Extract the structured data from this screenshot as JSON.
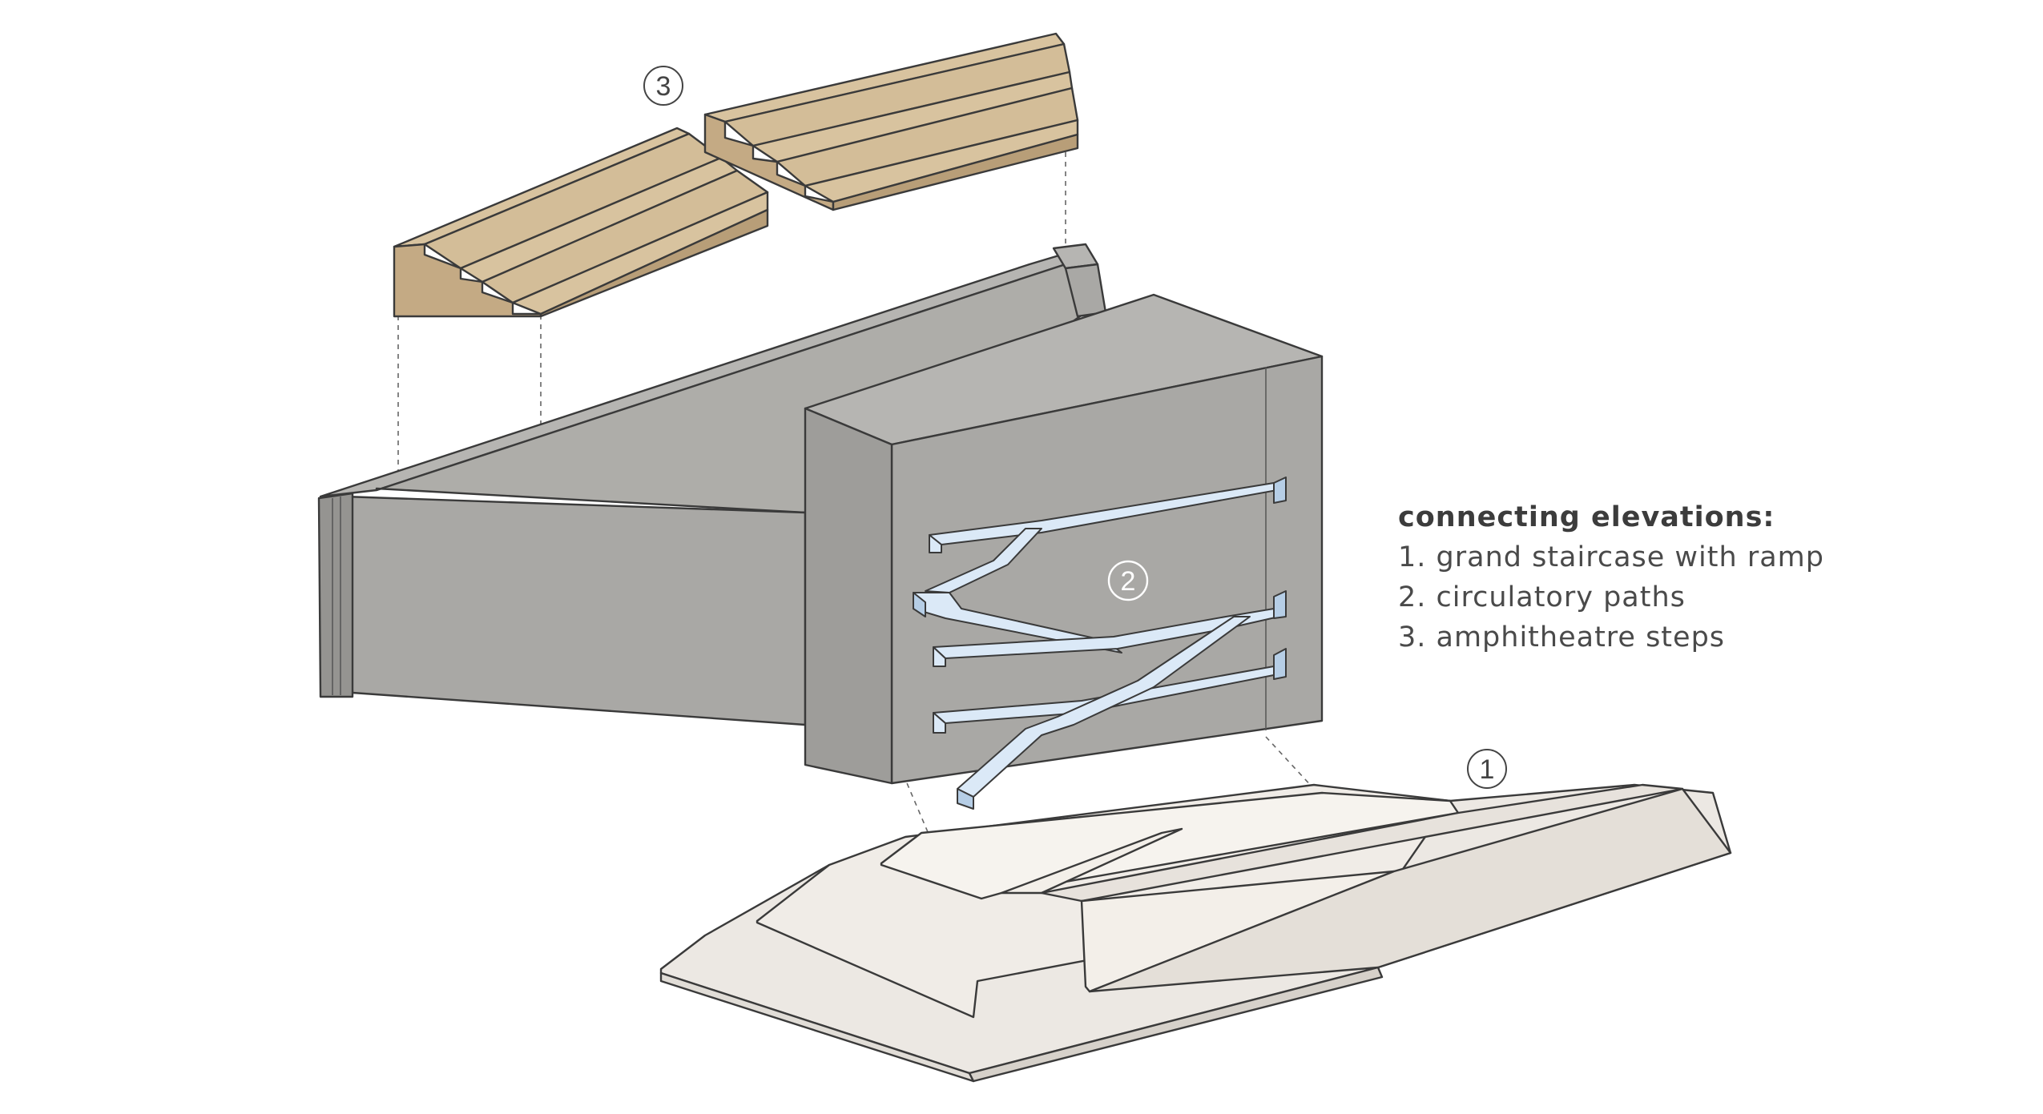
{
  "diagram": {
    "callouts": [
      {
        "id": "1",
        "label": "1"
      },
      {
        "id": "2",
        "label": "2"
      },
      {
        "id": "3",
        "label": "3"
      }
    ],
    "legend": {
      "title": "connecting elevations:",
      "items": [
        "1. grand staircase with ramp",
        "2. circulatory paths",
        "3. amphitheatre steps"
      ]
    },
    "colors": {
      "amphitheatre": "#c9b08a",
      "amphitheatre_light": "#d8c39f",
      "amphitheatre_dark": "#a88d68",
      "building": "#a9a8a5",
      "building_light": "#b6b5b2",
      "building_dark": "#959491",
      "paths": "#dbe9f7",
      "paths_dark": "#b6cee6",
      "base": "#ece8e3",
      "base_light": "#f6f3ee",
      "ink": "#3a3a3a"
    }
  }
}
